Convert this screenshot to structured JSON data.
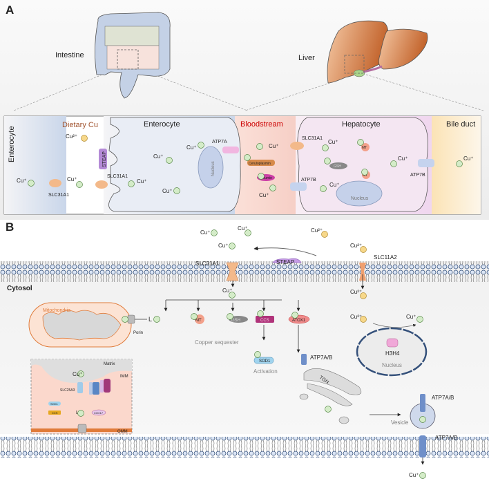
{
  "panel_a": {
    "label": "A",
    "organs": {
      "intestine": "Intestine",
      "liver": "Liver"
    },
    "regions": {
      "enterocyte_left": "Enterocyte",
      "dietary_cu": "Dietary Cu",
      "enterocyte_main": "Enterocyte",
      "bloodstream": "Bloodstream",
      "hepatocyte": "Hepatocyte",
      "bile_duct": "Bile duct"
    },
    "ions": {
      "cu1": "Cu⁺",
      "cu2": "Cu²⁺"
    },
    "proteins": {
      "steap": "STEAP",
      "slc31a1": "SLC31A1",
      "atp7a": "ATP7A",
      "atp7b": "ATP7B",
      "ceruloplasmin": "Ceruloplasmin",
      "albumin": "Albumin",
      "mt": "MT",
      "gsh": "GSH",
      "nucleus": "Nucleus"
    }
  },
  "panel_b": {
    "label": "B",
    "cytosol": "Cytosol",
    "ions": {
      "cu1": "Cu⁺",
      "cu2": "Cu²⁺"
    },
    "proteins": {
      "slc31a1": "SLC31A1",
      "steap": "STEAP",
      "slc11a2": "SLC11A2",
      "mt": "MT",
      "gsh": "GSH",
      "ccs": "CCS",
      "atox1": "ATOX1",
      "sod1": "SOD1",
      "atp7ab": "ATP7A/B",
      "h3h4": "H3H4",
      "porin": "Porin",
      "slc25a3": "SLC25A3",
      "sco1": "SCO1",
      "sco2": "SCO2",
      "cox11": "COX11",
      "cox17": "COX17"
    },
    "labels": {
      "ligand": "L",
      "copper_sequester": "Copper sequester",
      "activation": "Activation",
      "mitochondria": "Mitochondria",
      "matrix": "Matrix",
      "imm": "IMM",
      "omm": "OMM",
      "tgn": "TGN",
      "nucleus": "Nucleus",
      "vesicle": "Vesicle"
    }
  },
  "colors": {
    "cu1_fill": "#d4ecc8",
    "cu2_fill": "#f7d88a",
    "steap": "#b48ad6",
    "slc31a1": "#f3b98a",
    "atp7": "#8fa8d6",
    "bloodstream_text": "#cc0000",
    "dietary_text": "#a0522d",
    "mito_orange": "#e07b3a",
    "ccs": "#b0337a",
    "atox1": "#f08a8a",
    "sod1": "#9fd3ee",
    "mt": "#f3a08a"
  }
}
